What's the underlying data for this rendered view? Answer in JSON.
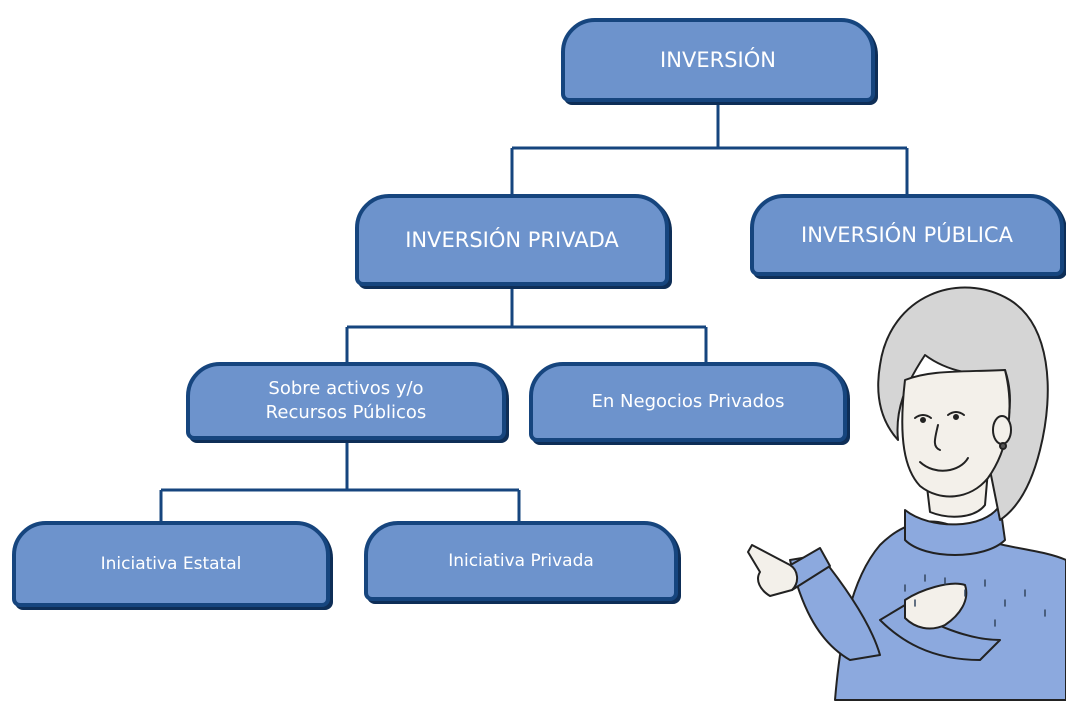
{
  "diagram": {
    "root": "INVERSIÓN",
    "private": "INVERSIÓN PRIVADA",
    "public": "INVERSIÓN PÚBLICA",
    "public_assets_line1": "Sobre activos y/o",
    "public_assets_line2": "Recursos Públicos",
    "private_business": "En Negocios Privados",
    "state_initiative": "Iniciativa Estatal",
    "private_initiative": "Iniciativa Privada"
  },
  "colors": {
    "box_fill": "#6d93cc",
    "box_border": "#16457e",
    "connector": "#16457e",
    "person_sweater": "#8ca9de"
  }
}
